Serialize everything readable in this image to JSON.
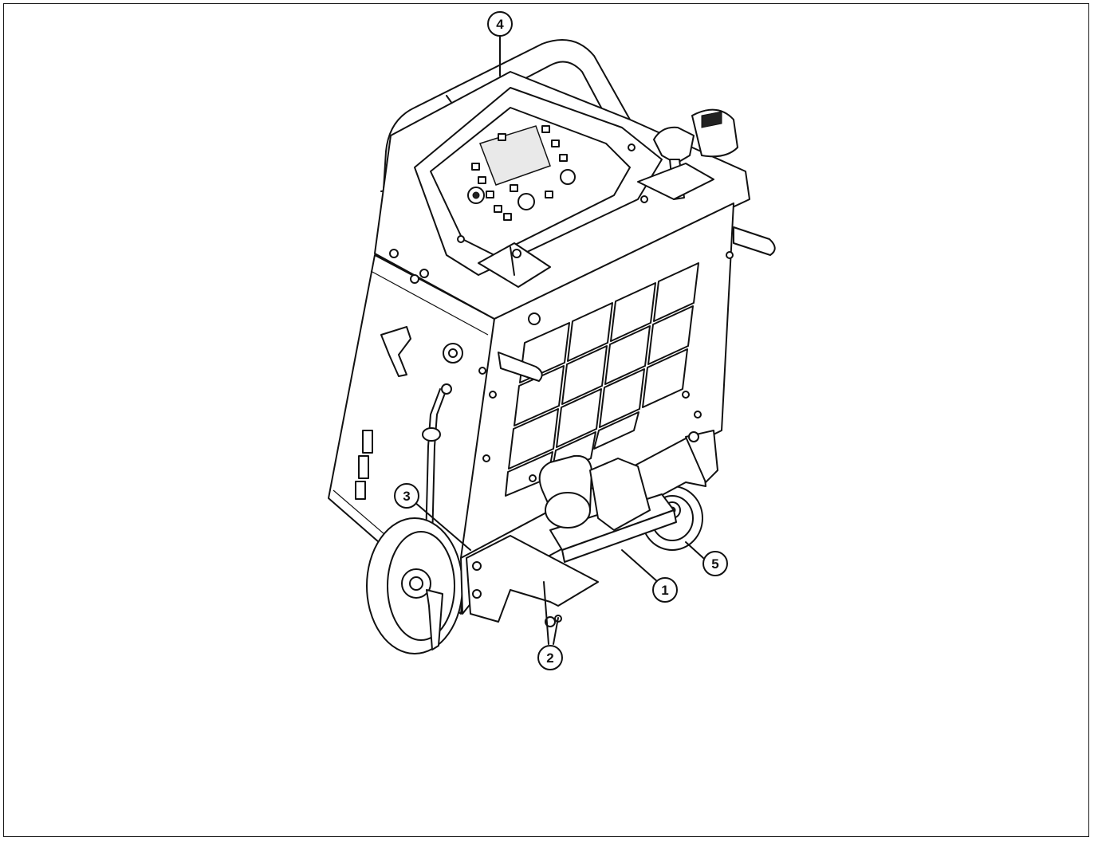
{
  "callouts": [
    {
      "id": "1",
      "label": "1"
    },
    {
      "id": "2",
      "label": "2"
    },
    {
      "id": "3",
      "label": "3"
    },
    {
      "id": "4",
      "label": "4"
    },
    {
      "id": "5",
      "label": "5"
    }
  ],
  "colors": {
    "line": "#111111",
    "background": "#ffffff",
    "panel_fill": "#e9e9e9"
  }
}
